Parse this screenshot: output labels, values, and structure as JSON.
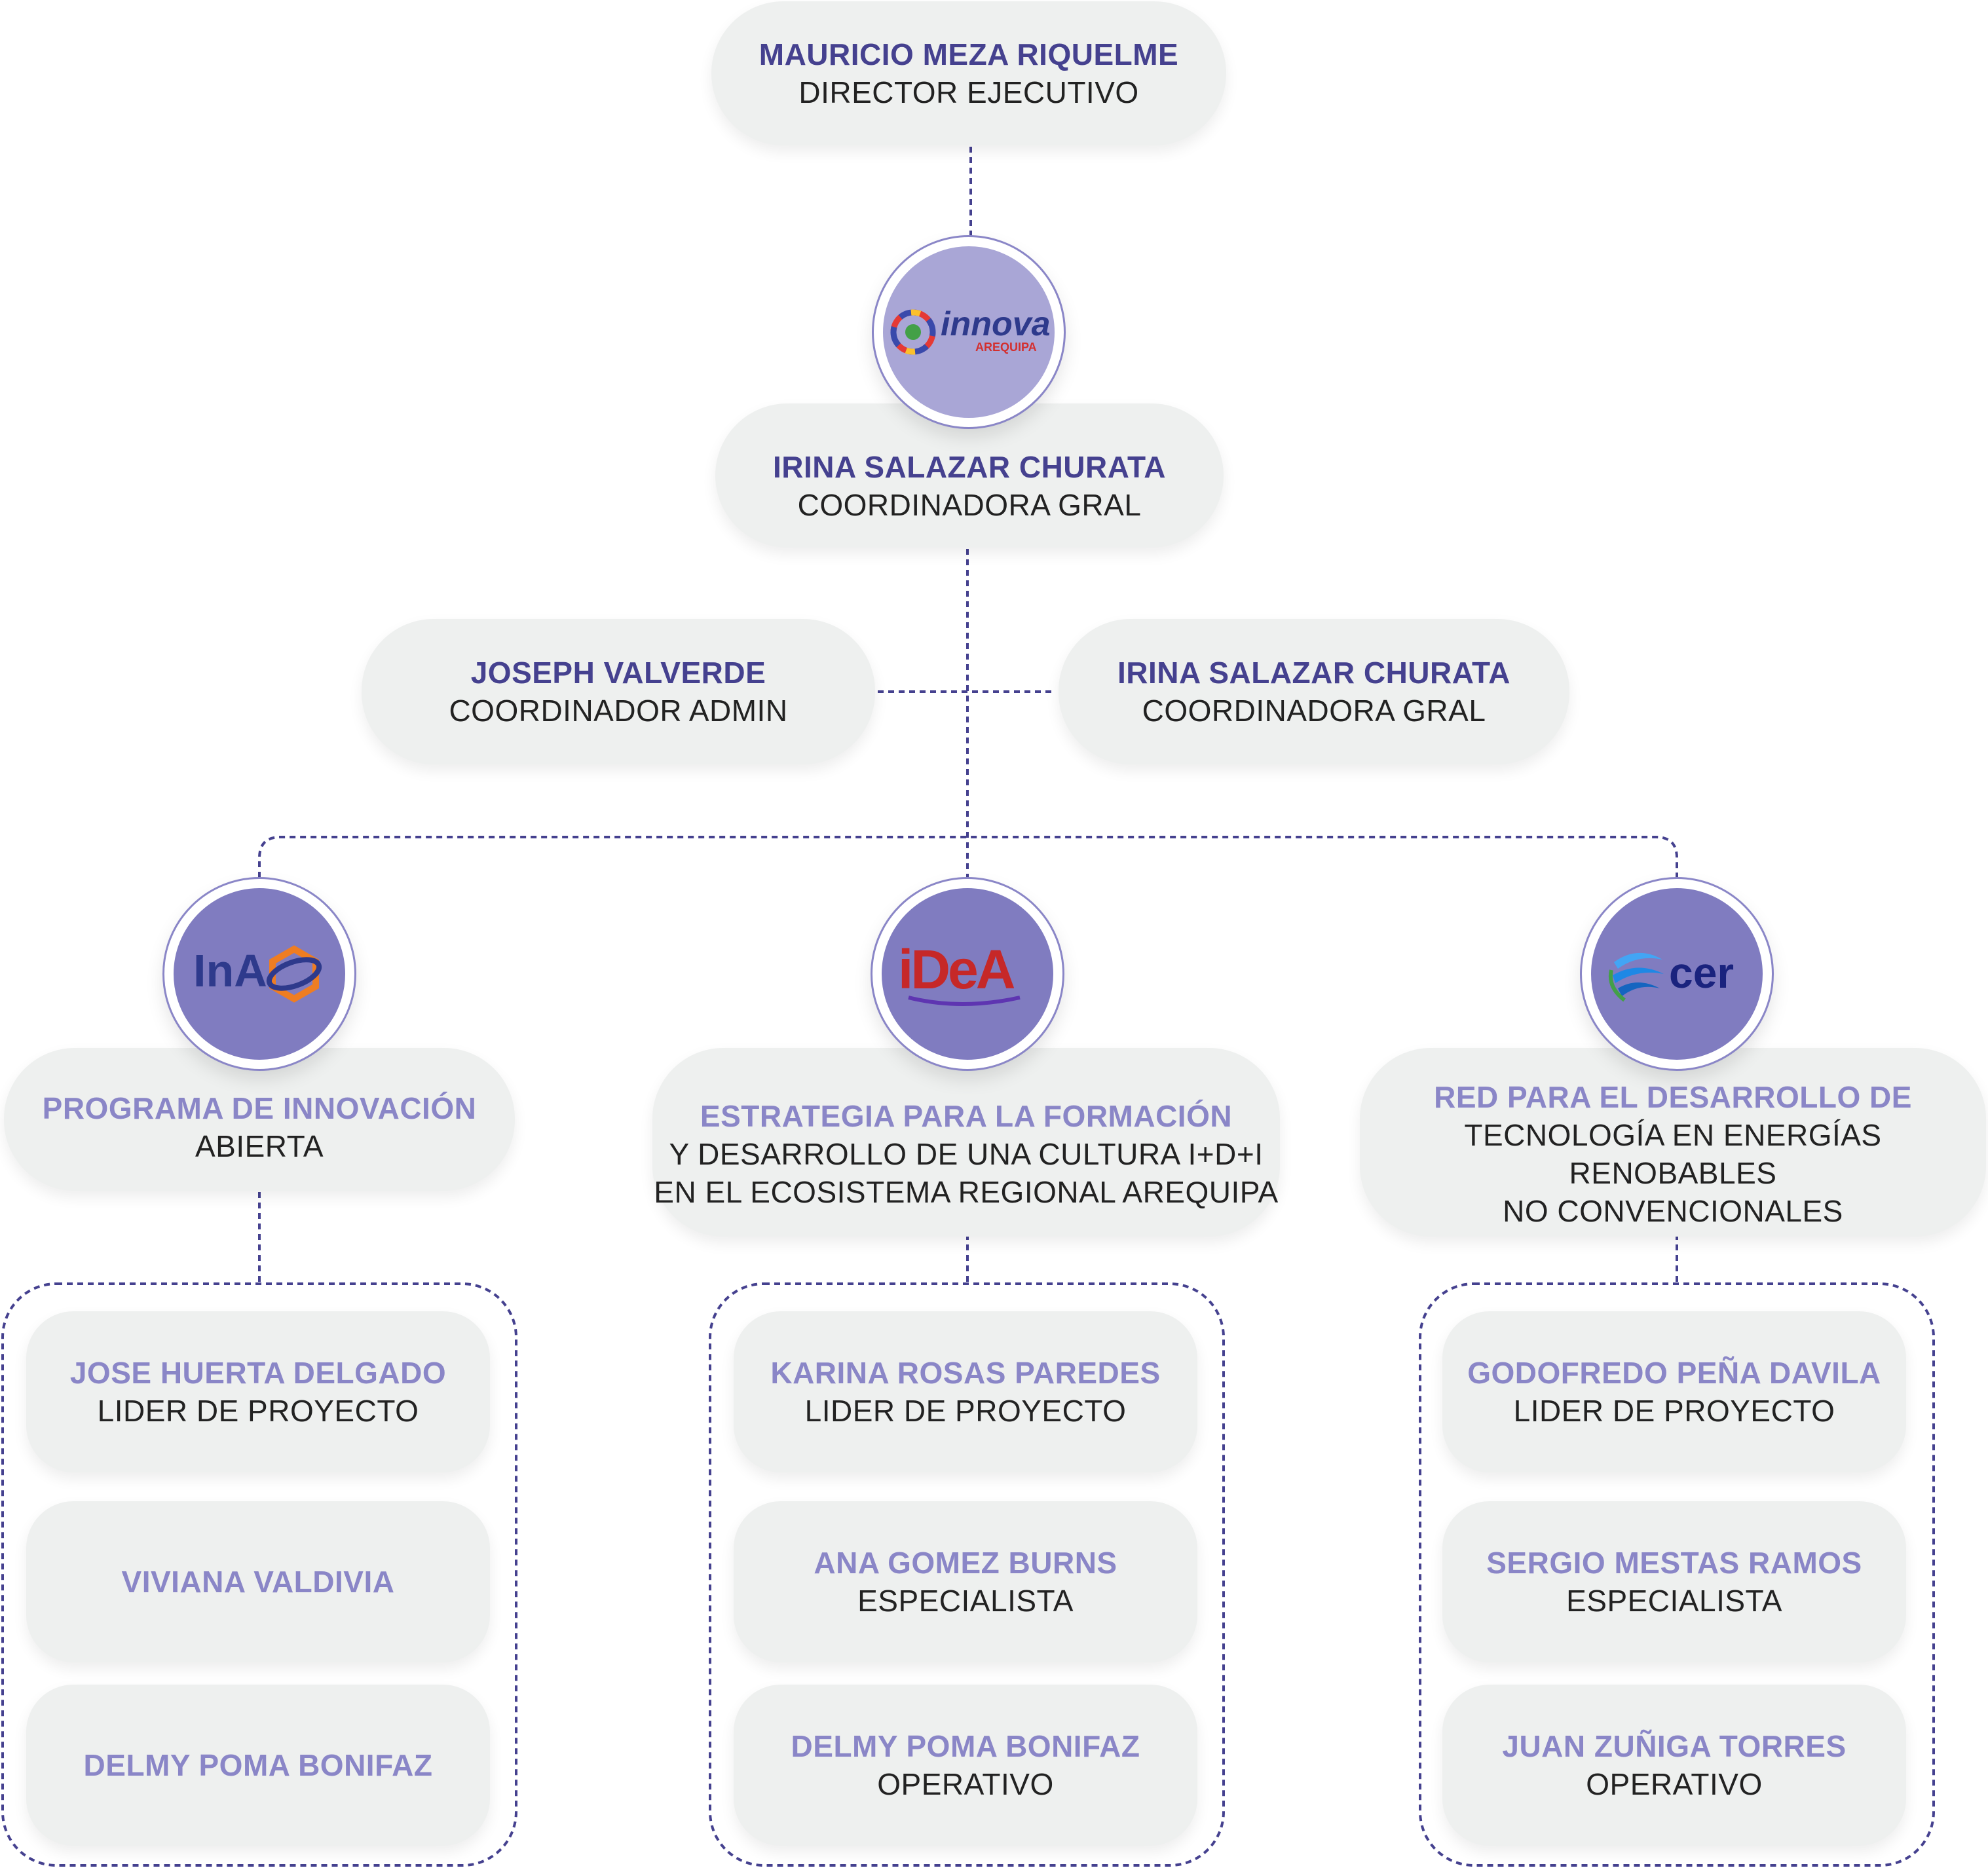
{
  "director": {
    "name": "MAURICIO MEZA RIQUELME",
    "role": "DIRECTOR EJECUTIVO"
  },
  "innova_logo": {
    "icon": "innova-logo",
    "word": "innova",
    "sub": "AREQUIPA",
    "colors": {
      "word": "#2e3a8c",
      "sub": "#d32f2f"
    }
  },
  "coordinator_general": {
    "name": "IRINA SALAZAR CHURATA",
    "role": "COORDINADORA GRAL"
  },
  "admin": {
    "name": "JOSEPH VALVERDE",
    "role": "COORDINADOR ADMIN"
  },
  "coordinator_general_2": {
    "name": "IRINA SALAZAR CHURATA",
    "role": "COORDINADORA GRAL"
  },
  "programs": [
    {
      "logo": {
        "icon": "ina-logo",
        "text": "InA"
      },
      "title": "PROGRAMA DE INNOVACIÓN",
      "subtitle": [
        "ABIERTA"
      ],
      "members": [
        {
          "name": "JOSE HUERTA DELGADO",
          "role": "LIDER DE PROYECTO"
        },
        {
          "name": "VIVIANA VALDIVIA",
          "role": ""
        },
        {
          "name": "DELMY POMA BONIFAZ",
          "role": ""
        }
      ]
    },
    {
      "logo": {
        "icon": "idea-logo",
        "text": "iDeA"
      },
      "title": "ESTRATEGIA PARA LA FORMACIÓN",
      "subtitle": [
        "Y DESARROLLO DE UNA CULTURA I+D+I",
        "EN EL ECOSISTEMA REGIONAL AREQUIPA"
      ],
      "members": [
        {
          "name": "KARINA ROSAS PAREDES",
          "role": "LIDER DE PROYECTO"
        },
        {
          "name": "ANA GOMEZ BURNS",
          "role": "ESPECIALISTA"
        },
        {
          "name": "DELMY POMA BONIFAZ",
          "role": "OPERATIVO"
        }
      ]
    },
    {
      "logo": {
        "icon": "cer-logo",
        "text": "cer"
      },
      "title": "RED PARA EL DESARROLLO DE",
      "subtitle": [
        "TECNOLOGÍA EN ENERGÍAS RENOBABLES",
        "NO CONVENCIONALES"
      ],
      "members": [
        {
          "name": "GODOFREDO PEÑA DAVILA",
          "role": "LIDER DE PROYECTO"
        },
        {
          "name": "SERGIO MESTAS RAMOS",
          "role": "ESPECIALISTA"
        },
        {
          "name": "JUAN ZUÑIGA TORRES",
          "role": "OPERATIVO"
        }
      ]
    }
  ],
  "colors": {
    "connector": "#45418f",
    "node_bg": "#eef0ef",
    "name_dark": "#45418f",
    "name_light": "#8a86c7",
    "circle_top": "#a9a6d6",
    "circle_sub": "#807cc0"
  }
}
